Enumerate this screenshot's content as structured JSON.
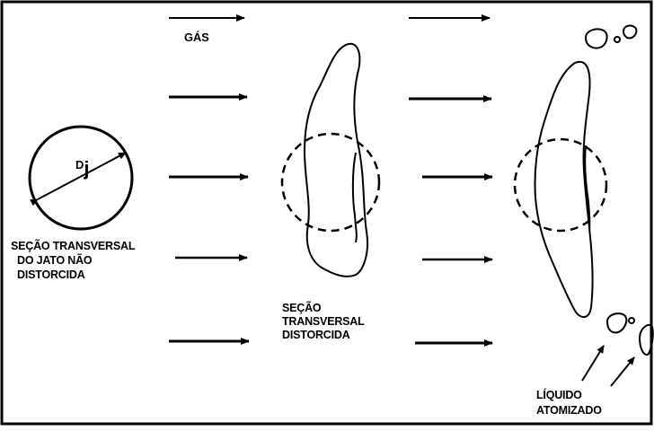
{
  "labels": {
    "gas": "GÁS",
    "diameter_main": "D",
    "diameter_sub": "j",
    "undistorted_section": [
      "SEÇÃO TRANSVERSAL",
      "DO JATO  NÃO",
      "DISTORCIDA"
    ],
    "distorted_section": [
      "SEÇÃO",
      "TRANSVERSAL",
      "DISTORCIDA"
    ],
    "atomized_liquid": [
      "LÍQUIDO",
      "ATOMIZADO"
    ]
  }
}
